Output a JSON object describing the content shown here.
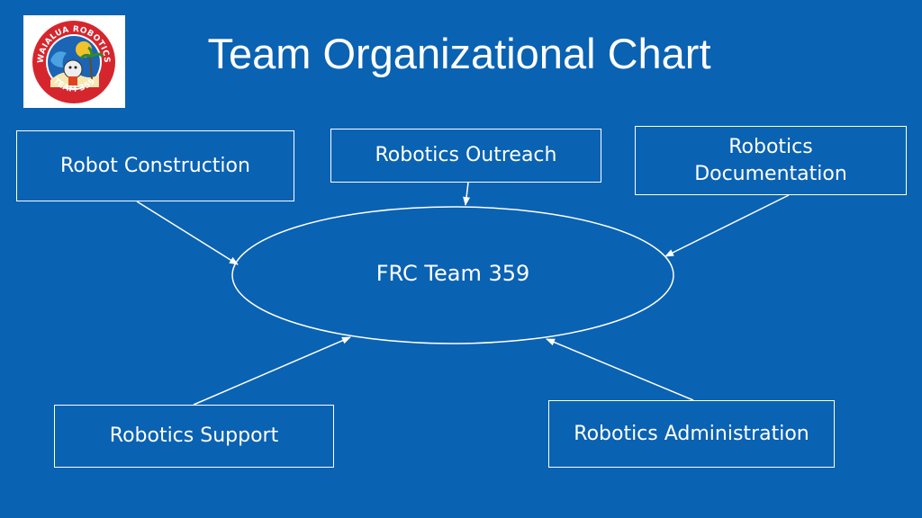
{
  "title": "Team Organizational Chart",
  "logo": {
    "ring_text_top": "WAIALUA ROBOTICS",
    "ring_text_bottom": "TEAM 359",
    "colors": {
      "ring": "#d6262d",
      "inner": "#1c64b4",
      "sun": "#f2c22a"
    }
  },
  "center": {
    "label": "FRC Team 359"
  },
  "departments": {
    "construction": "Robot Construction",
    "outreach": "Robotics Outreach",
    "documentation_line1": "Robotics",
    "documentation_line2": "Documentation",
    "support": "Robotics Support",
    "administration": "Robotics Administration"
  },
  "colors": {
    "background": "#0a62b2",
    "foreground": "#ffffff"
  }
}
